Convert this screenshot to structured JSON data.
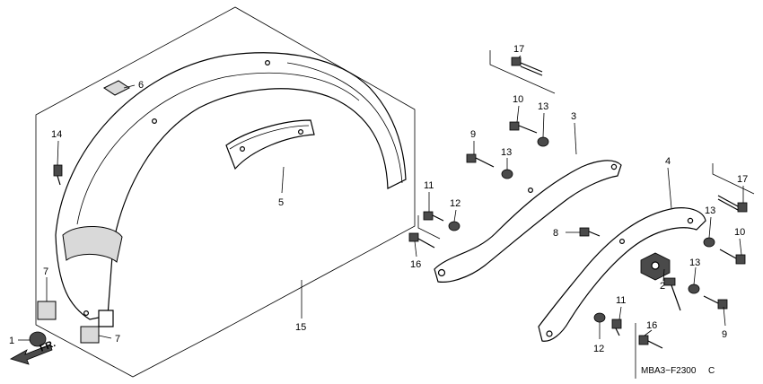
{
  "diagram_code": "MBA3−F2300",
  "diagram_revision": "C",
  "front_indicator": "FR.",
  "callouts": [
    "1",
    "2",
    "3",
    "4",
    "5",
    "6",
    "7",
    "7",
    "8",
    "9",
    "9",
    "10",
    "10",
    "11",
    "11",
    "12",
    "12",
    "13",
    "13",
    "13",
    "13",
    "14",
    "15",
    "16",
    "16",
    "17",
    "17"
  ]
}
